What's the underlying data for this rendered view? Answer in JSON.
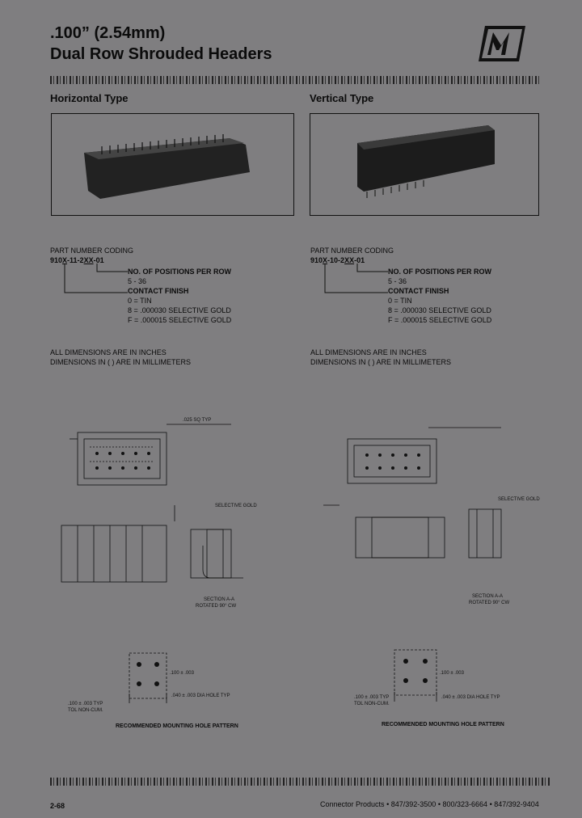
{
  "header": {
    "title_line1": ".100” (2.54mm)",
    "title_line2": "Dual Row Shrouded Headers"
  },
  "logo": {
    "icon": "m-logo-icon"
  },
  "horizontal": {
    "heading": "Horizontal Type",
    "coding_title": "PART NUMBER CODING",
    "part_prefix": "910",
    "part_x": "X",
    "part_mid": "-11-2",
    "part_xx": "XX",
    "part_suffix": "-01",
    "positions_label": "NO. OF POSITIONS PER ROW",
    "positions_range": "5 - 36",
    "finish_label": "CONTACT FINISH",
    "finish_tin": "0 = TIN",
    "finish_gold30": "8 = .000030 SELECTIVE GOLD",
    "finish_gold15": "F = .000015 SELECTIVE GOLD",
    "dims_inches": "ALL DIMENSIONS ARE IN INCHES",
    "dims_mm": "DIMENSIONS IN ( ) ARE IN MILLIMETERS",
    "section_label": "SECTION A-A",
    "rotated_label": "ROTATED 90° CW",
    "mounting_caption": "RECOMMENDED MOUNTING HOLE PATTERN",
    "dim_pitch_a": ".100 ± .003",
    "dim_pitch_b": ".100 ± .003 TYP",
    "dim_tol": "TOL NON-CUM.",
    "dim_hole": ".040 ± .003 DIA HOLE TYP"
  },
  "vertical": {
    "heading": "Vertical Type",
    "coding_title": "PART NUMBER CODING",
    "part_prefix": "910",
    "part_x": "X",
    "part_mid": "-10-2",
    "part_xx": "XX",
    "part_suffix": "-01",
    "positions_label": "NO. OF POSITIONS PER ROW",
    "positions_range": "5 - 36",
    "finish_label": "CONTACT FINISH",
    "finish_tin": "0 = TIN",
    "finish_gold30": "8 = .000030 SELECTIVE GOLD",
    "finish_gold15": "F = .000015 SELECTIVE GOLD",
    "dims_inches": "ALL DIMENSIONS ARE IN INCHES",
    "dims_mm": "DIMENSIONS IN ( ) ARE IN MILLIMETERS",
    "section_label": "SECTION A-A",
    "rotated_label": "ROTATED 90° CW",
    "mounting_caption": "RECOMMENDED MOUNTING HOLE PATTERN",
    "dim_pitch_a": ".100 ± .003",
    "dim_pitch_b": ".100 ± .003 TYP",
    "dim_tol": "TOL NON-CUM.",
    "dim_hole": ".040 ± .003 DIA HOLE TYP"
  },
  "footer": {
    "page_number": "2-68",
    "company": "Connector Products",
    "phone1": "847/392-3500",
    "phone2": "800/323-6664",
    "fax": "847/392-9404",
    "separator": "•"
  }
}
